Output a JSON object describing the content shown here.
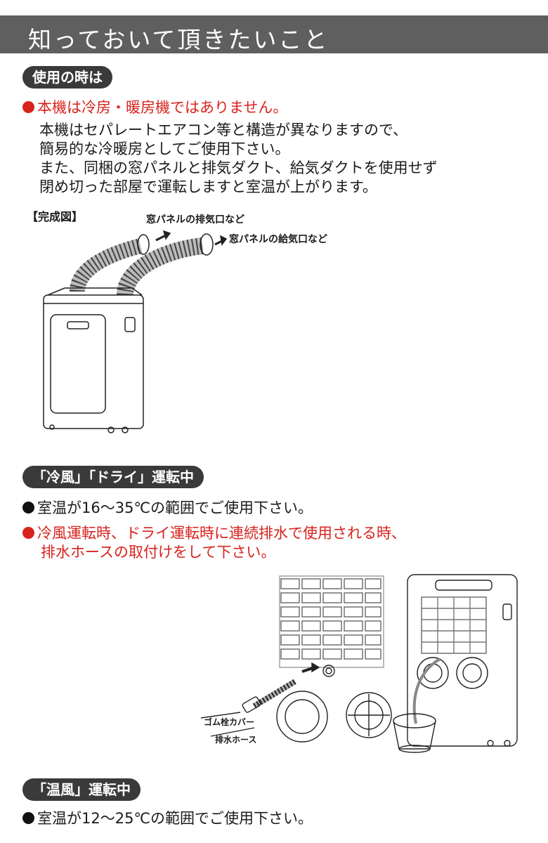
{
  "header": {
    "title": "知っておいて頂きたいこと"
  },
  "section_use": {
    "badge": "使用の時は",
    "warning": "本機は冷房・暖房機ではありません。",
    "lines": [
      "本機はセパレートエアコン等と構造が異なりますので、",
      "簡易的な冷暖房としてご使用下さい。",
      "また、同梱の窓パネルと排気ダクト、給気ダクトを使用せず",
      "閉め切った部屋で運転しますと室温が上がります。"
    ],
    "figure": {
      "label": "【完成図】",
      "exhaust_label": "窓パネルの排気口など",
      "intake_label": "窓パネルの給気口など"
    }
  },
  "section_cool": {
    "badge": "「冷風」「ドライ」運転中",
    "temp_note": "室温が16〜35℃の範囲でご使用下さい。",
    "drain_note_1": "冷風運転時、ドライ運転時に連続排水で使用される時、",
    "drain_note_2": "排水ホースの取付けをして下さい。",
    "figure": {
      "cap_label": "ゴム栓カバー",
      "hose_label": "排水ホース"
    }
  },
  "section_warm": {
    "badge": "「温風」運転中",
    "temp_note": "室温が12〜25℃の範囲でご使用下さい。"
  },
  "colors": {
    "title_bg": "#5f5f5f",
    "badge_bg": "#3a3a3a",
    "accent_red": "#d8221c"
  }
}
